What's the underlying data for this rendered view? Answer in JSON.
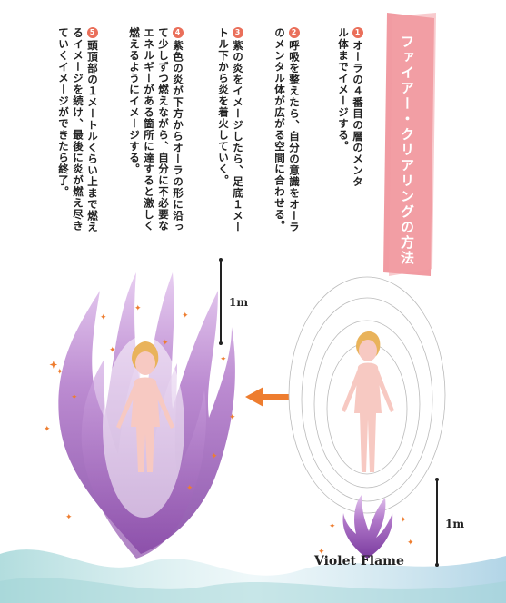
{
  "title": "ファイアー・クリアリングの方法",
  "steps": [
    {
      "num": "1",
      "text": "オーラの４番目の層のメンタル体までイメージする。"
    },
    {
      "num": "2",
      "text": "呼吸を整えたら、自分の意識をオーラのメンタル体が広がる空間に合わせる。"
    },
    {
      "num": "3",
      "text": "紫の炎をイメージしたら、足底１メートル下から炎を着火していく。"
    },
    {
      "num": "4",
      "text": "紫色の炎が下方からオーラの形に沿って少しずつ燃えながら、自分に不必要なエネルギーがある箇所に達すると激しく燃えるようにイメージする。"
    },
    {
      "num": "5",
      "text": "頭頂部の１メートルくらい上まで燃えるイメージを続け、最後に炎が燃え尽きていくイメージができたら終了。"
    }
  ],
  "scale_top": "1m",
  "scale_bottom": "1m",
  "flame_label": "Violet Flame",
  "colors": {
    "accent": "#ea6f5a",
    "ribbon": "#ee8a92",
    "arrow": "#ee7d2f",
    "flame": "#9a5bb8",
    "skin": "#f7c9c2",
    "hair": "#e9b35b"
  },
  "icons": [
    "arrow-left-icon",
    "sparkle-icon"
  ]
}
